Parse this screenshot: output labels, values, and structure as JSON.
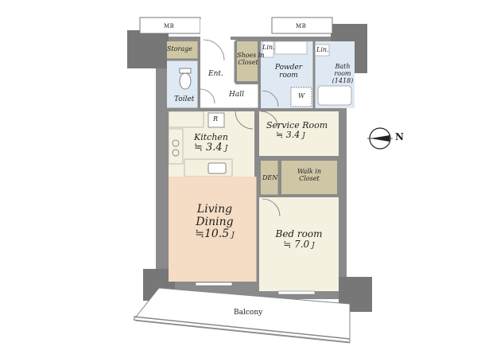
{
  "rooms": {
    "storage": "Storage",
    "entrance": "Ent.",
    "shoes_closet": [
      "Shoes in",
      "Closet"
    ],
    "linen_left": "Lin.",
    "linen_right": "Lin.",
    "powder_room": [
      "Powder",
      "room"
    ],
    "bath_room": [
      "Bath",
      "room",
      "(1418)"
    ],
    "toilet": "Toilet",
    "hall": "Hall",
    "washer": "W",
    "refrigerator": "R",
    "kitchen": {
      "name": "Kitchen",
      "size": "≒ 3.4",
      "unit": "J"
    },
    "service_room": {
      "name": "Service Room",
      "size": "≒ 3.4",
      "unit": "J"
    },
    "den": "DEN",
    "walk_in_closet": [
      "Walk in",
      "Closet"
    ],
    "living_dining": {
      "name": [
        "Living",
        "Dining"
      ],
      "size": "≒10.5",
      "unit": "J"
    },
    "bedroom": {
      "name": "Bed room",
      "size": "≒ 7.0",
      "unit": "J"
    },
    "balcony": "Balcony",
    "mb_left": "MB",
    "mb_right": "MB"
  },
  "compass": {
    "label": "N"
  },
  "colors": {
    "wall": "#8a8a8a",
    "wall_dark": "#555555",
    "wet_area": "#dfe9f3",
    "closet": "#cfc6a6",
    "living": "#f5dcc4",
    "bedroom": "#f5f1e0",
    "service": "#f5f1e0",
    "kitchen": "#f5f1e0",
    "floor": "#ffffff"
  }
}
